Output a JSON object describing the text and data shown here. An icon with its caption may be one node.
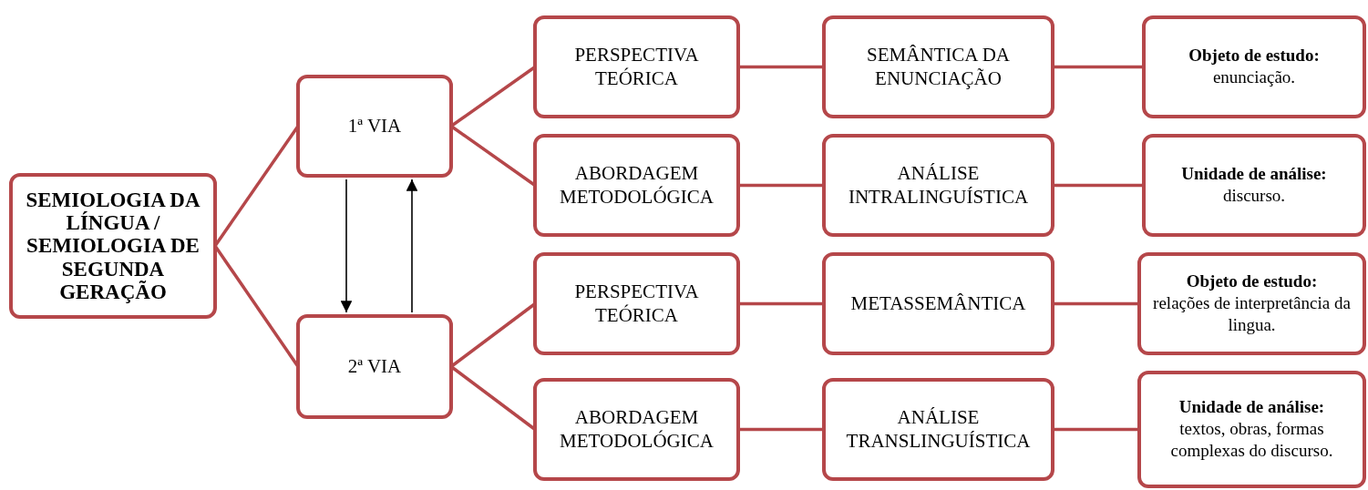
{
  "diagram": {
    "nodes": [
      {
        "text": [
          "SEMIOLOGIA DA LÍNGUA / SEMIOLOGIA DE SEGUNDA GERAÇÃO"
        ]
      },
      {
        "text": [
          "1ª VIA"
        ]
      },
      {
        "text": [
          "2ª VIA"
        ]
      },
      {
        "text": [
          "PERSPECTIVA TEÓRICA"
        ]
      },
      {
        "text": [
          "ABORDAGEM METODOLÓGICA"
        ]
      },
      {
        "text": [
          "PERSPECTIVA TEÓRICA"
        ]
      },
      {
        "text": [
          "ABORDAGEM METODOLÓGICA"
        ]
      },
      {
        "text": [
          "SEMÂNTICA DA ENUNCIAÇÃO"
        ]
      },
      {
        "text": [
          "ANÁLISE INTRALINGUÍSTICA"
        ]
      },
      {
        "text": [
          "METASSEMÂNTICA"
        ]
      },
      {
        "text": [
          "ANÁLISE TRANSLINGUÍSTICA"
        ]
      },
      {
        "text": [
          "Objeto de estudo:",
          "enunciação."
        ]
      },
      {
        "text": [
          "Unidade de análise:",
          "discurso."
        ]
      },
      {
        "text": [
          "Objeto de estudo:",
          "relações de interpretância da lingua."
        ]
      },
      {
        "text": [
          "Unidade de análise:",
          "textos, obras, formas complexas do discurso."
        ]
      }
    ],
    "edges": [
      {
        "from": 0,
        "to": 1,
        "arrow": "none"
      },
      {
        "from": 0,
        "to": 2,
        "arrow": "none"
      },
      {
        "from": 1,
        "to": 3,
        "arrow": "none"
      },
      {
        "from": 1,
        "to": 4,
        "arrow": "none"
      },
      {
        "from": 2,
        "to": 5,
        "arrow": "none"
      },
      {
        "from": 2,
        "to": 6,
        "arrow": "none"
      },
      {
        "from": 3,
        "to": 7,
        "arrow": "none"
      },
      {
        "from": 4,
        "to": 8,
        "arrow": "none"
      },
      {
        "from": 5,
        "to": 9,
        "arrow": "none"
      },
      {
        "from": 6,
        "to": 10,
        "arrow": "none"
      },
      {
        "from": 7,
        "to": 11,
        "arrow": "none"
      },
      {
        "from": 8,
        "to": 12,
        "arrow": "none"
      },
      {
        "from": 9,
        "to": 13,
        "arrow": "none"
      },
      {
        "from": 10,
        "to": 14,
        "arrow": "none"
      },
      {
        "from": 1,
        "to": 2,
        "arrow": "to",
        "color": "#000000"
      },
      {
        "from": 2,
        "to": 1,
        "arrow": "to",
        "color": "#000000"
      }
    ]
  }
}
